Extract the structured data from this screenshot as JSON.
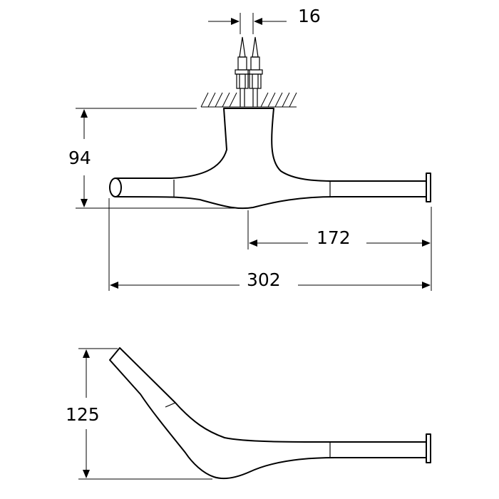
{
  "dimensions": {
    "pipe_spacing": "16",
    "height": "94",
    "offset_length": "172",
    "total_length": "302",
    "side_height": "125"
  },
  "colors": {
    "line": "#000000",
    "background": "#ffffff"
  }
}
